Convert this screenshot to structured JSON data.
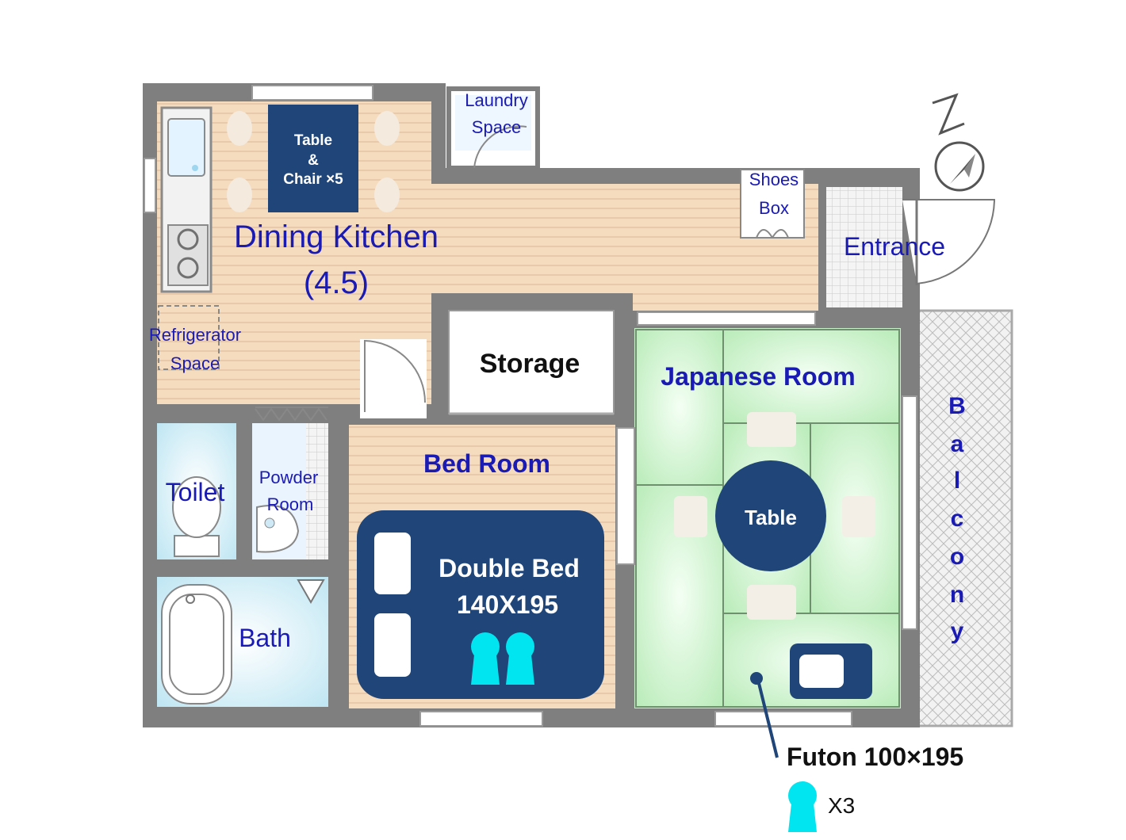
{
  "rooms": {
    "dining_kitchen": "Dining Kitchen",
    "dining_kitchen_size": "(4.5)",
    "laundry_line1": "Laundry",
    "laundry_line2": "Space",
    "shoes_line1": "Shoes",
    "shoes_line2": "Box",
    "entrance": "Entrance",
    "refrigerator_line1": "Refrigerator",
    "refrigerator_line2": "Space",
    "storage": "Storage",
    "japanese_room": "Japanese Room",
    "bed_room": "Bed Room",
    "toilet": "Toilet",
    "powder_line1": "Powder",
    "powder_line2": "Room",
    "bath": "Bath",
    "balcony": [
      "B",
      "a",
      "l",
      "c",
      "o",
      "n",
      "y"
    ]
  },
  "furniture": {
    "dining_table_line1": "Table",
    "dining_table_line2": "&",
    "dining_table_line3": "Chair ×5",
    "bed_line1": "Double Bed",
    "bed_line2": "140X195",
    "round_table": "Table",
    "futon_label": "Futon 100×195",
    "futon_count": "X3"
  },
  "colors": {
    "wall": "#7f7f7f",
    "wood_floor": "#f6dcbf",
    "tatami": "#c8f0c8",
    "furniture_navy": "#1f4579",
    "person_icon": "#00e5f0",
    "label_blue": "#1a1ab4"
  },
  "icons": [
    "north-arrow-icon",
    "person-icon"
  ]
}
